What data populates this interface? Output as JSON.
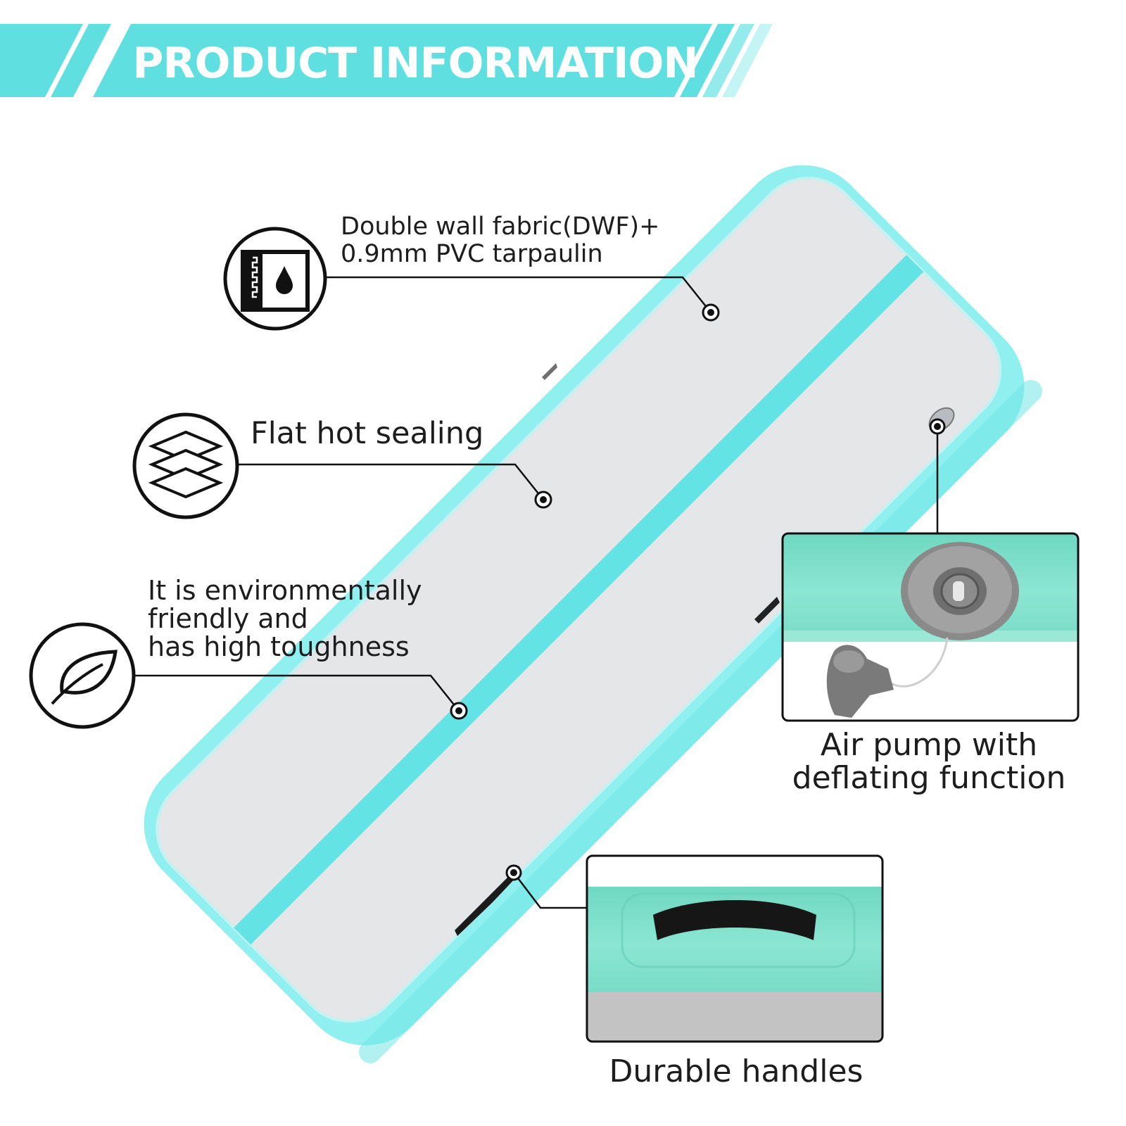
{
  "header": {
    "title": "PRODUCT INFORMATION"
  },
  "colors": {
    "accent": "#5fdfe0",
    "mat_edge": "#8ff0ef",
    "mat_top": "#e4e6e8",
    "stripe": "#63e3e3",
    "mint": "#7fe0cb",
    "valve_grey": "#8e8e8e",
    "outline": "#111111"
  },
  "features": [
    {
      "icon": "waterproof-fabric-icon",
      "lines": [
        "Double wall fabric(DWF)+",
        "0.9mm PVC tarpaulin"
      ]
    },
    {
      "icon": "layers-icon",
      "lines": [
        "Flat hot sealing"
      ]
    },
    {
      "icon": "leaf-icon",
      "lines": [
        "It is environmentally",
        "friendly and",
        "has high toughness"
      ]
    }
  ],
  "detail_panels": [
    {
      "image": "air-valve-pump-photo",
      "lines": [
        "Air pump with",
        "deflating function"
      ]
    },
    {
      "image": "handle-photo",
      "lines": [
        "Durable handles"
      ]
    }
  ]
}
